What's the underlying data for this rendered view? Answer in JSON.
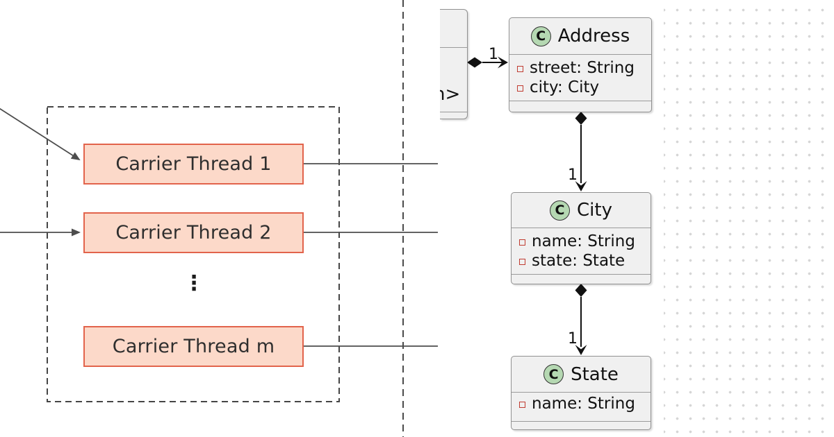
{
  "left_diagram": {
    "threads": [
      {
        "label": "Carrier Thread 1"
      },
      {
        "label": "Carrier Thread 2"
      },
      {
        "label": "Carrier Thread m"
      }
    ],
    "ellipsis": "⋮"
  },
  "uml_diagram": {
    "partial_class": {
      "visible_text": "n>"
    },
    "classes": [
      {
        "stereotype_letter": "C",
        "name": "Address",
        "attributes": [
          {
            "text": "street: String"
          },
          {
            "text": "city: City"
          }
        ]
      },
      {
        "stereotype_letter": "C",
        "name": "City",
        "attributes": [
          {
            "text": "name: String"
          },
          {
            "text": "state: State"
          }
        ]
      },
      {
        "stereotype_letter": "C",
        "name": "State",
        "attributes": [
          {
            "text": "name: String"
          }
        ]
      }
    ],
    "edges": [
      {
        "multiplicity": "1"
      },
      {
        "multiplicity": "1"
      },
      {
        "multiplicity": "1"
      }
    ]
  },
  "colors": {
    "thread_box_fill": "#fcd9c9",
    "thread_box_border": "#e2634b",
    "uml_box_fill": "#f0f0f0",
    "uml_box_border": "#909090",
    "class_icon_fill": "#b5d8b2",
    "attribute_bullet": "#c03b30",
    "dot_grid": "#d6d6d6",
    "connector_gray": "#4d4d4d",
    "edge_black": "#111111"
  }
}
